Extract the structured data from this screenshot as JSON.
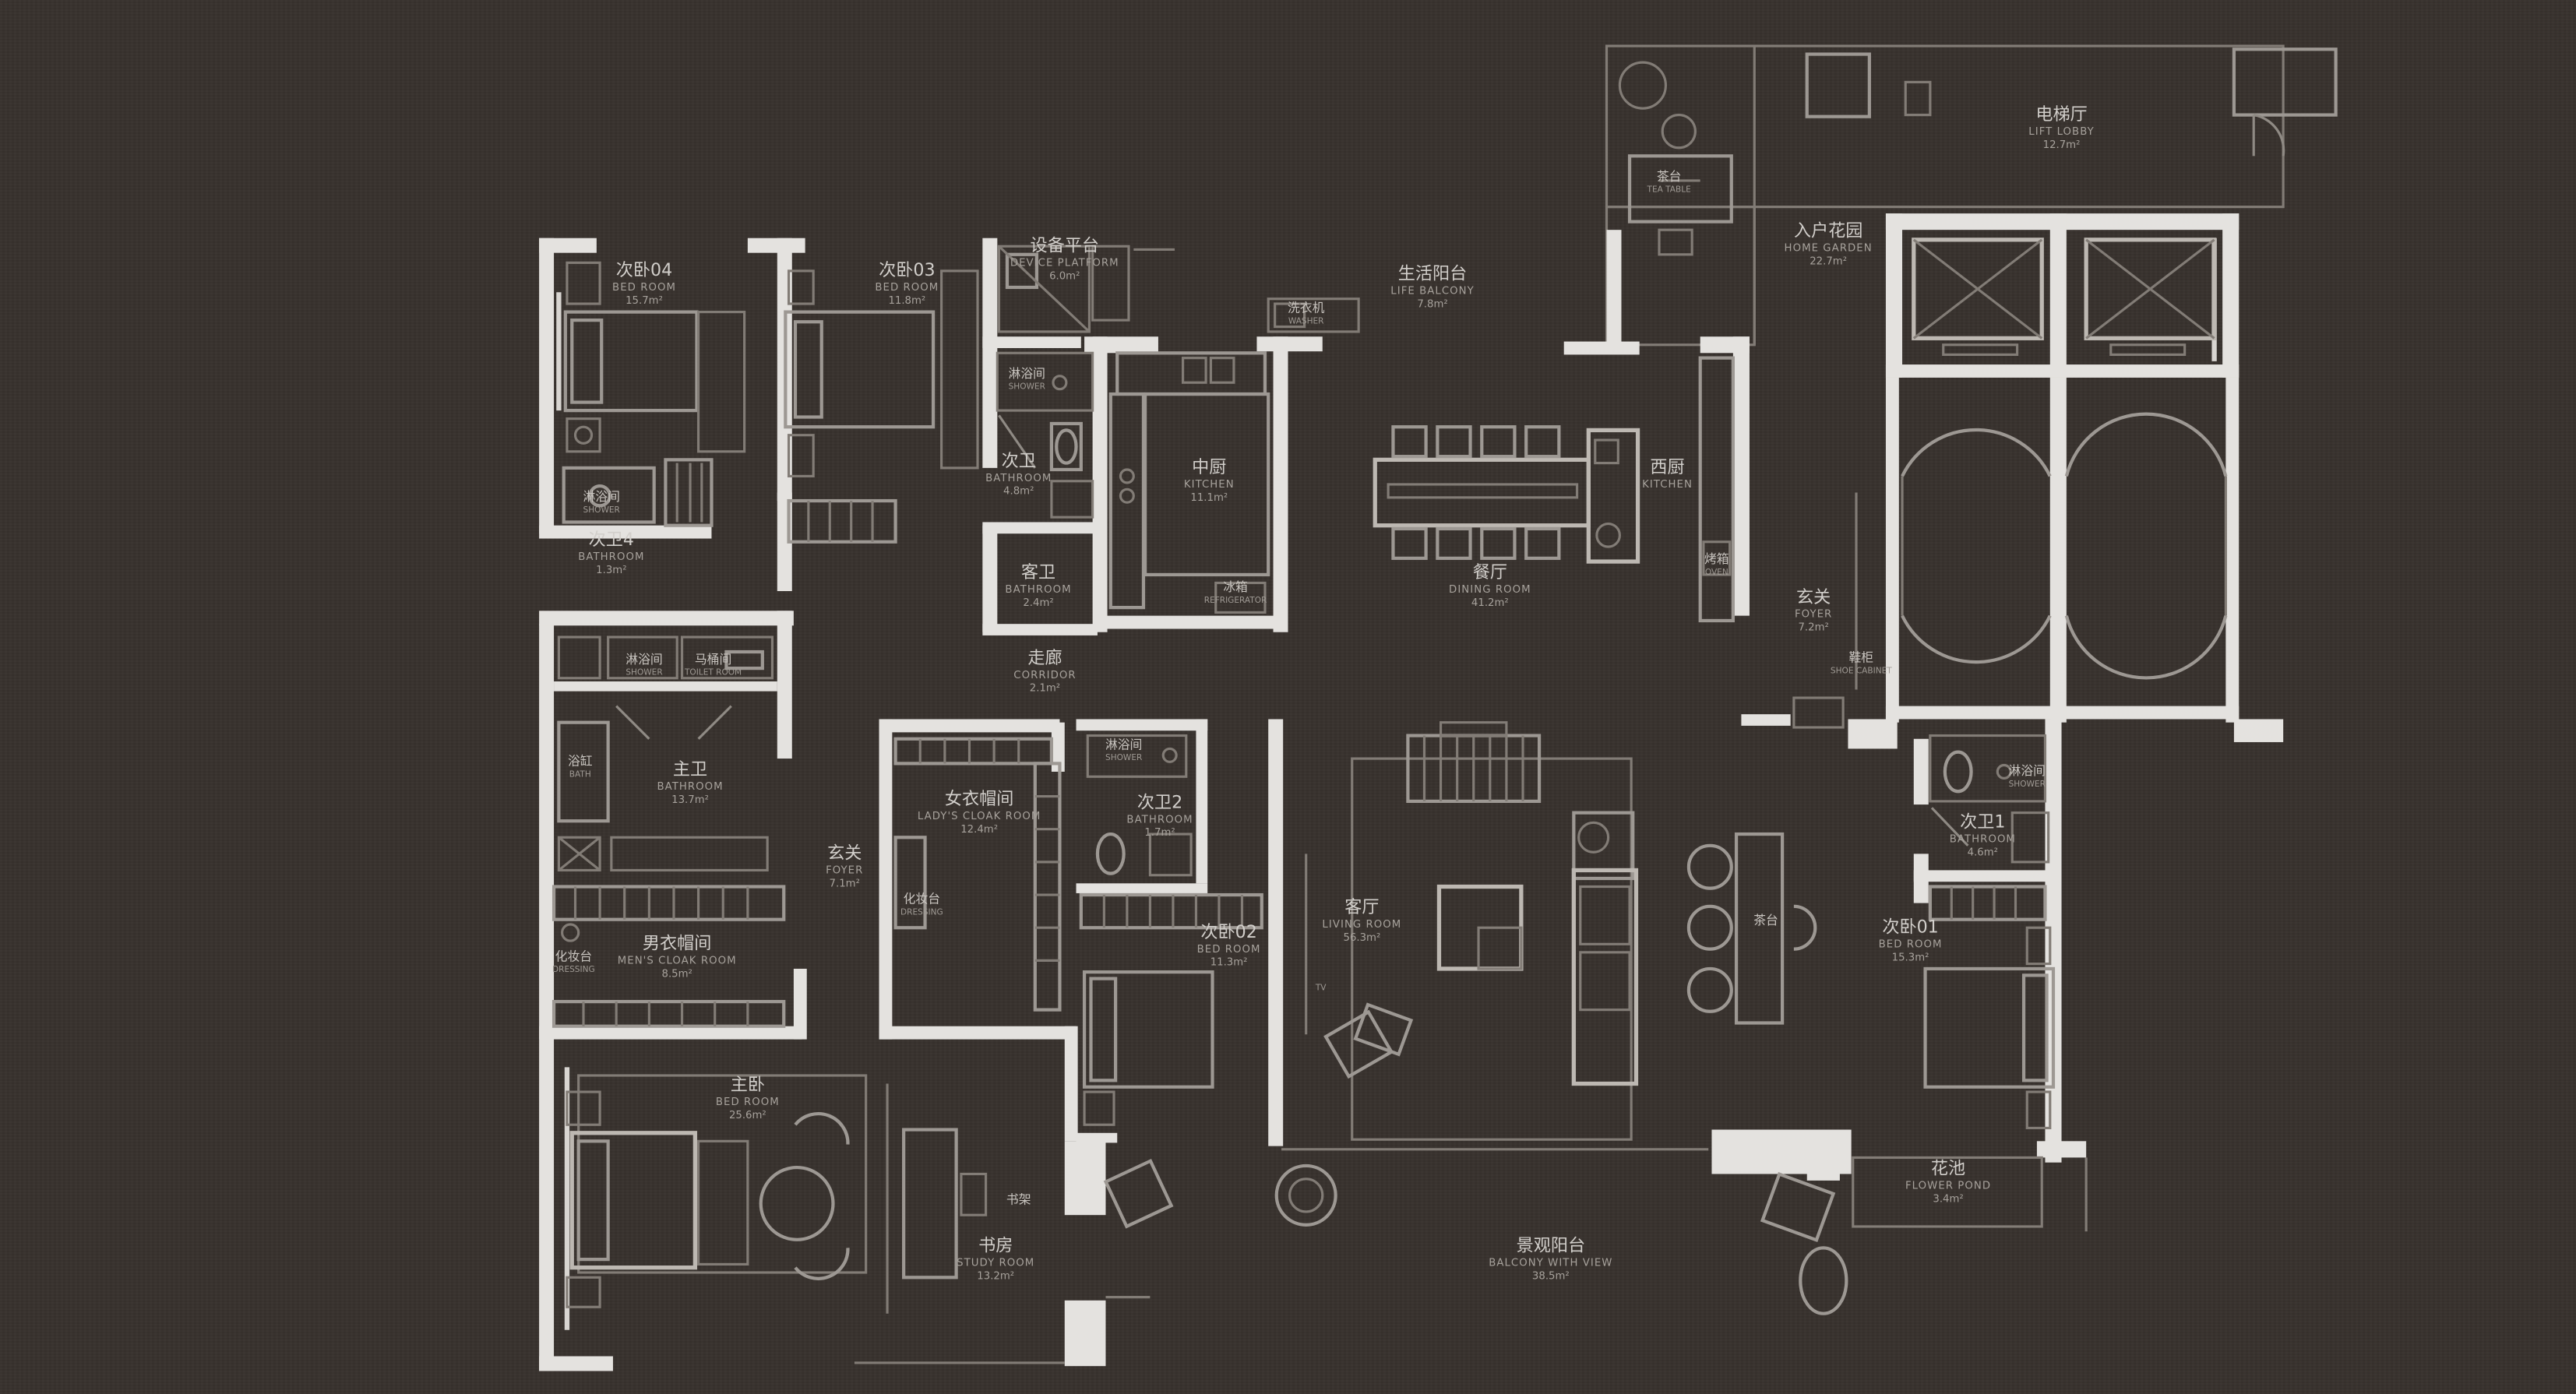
{
  "rooms": [
    {
      "key": "bed04",
      "cn": "次卧04",
      "en": "BED ROOM",
      "area": "15.7m²"
    },
    {
      "key": "bed03",
      "cn": "次卧03",
      "en": "BED ROOM",
      "area": "11.8m²"
    },
    {
      "key": "device",
      "cn": "设备平台",
      "en": "DEVICE PLATFORM",
      "area": "6.0m²"
    },
    {
      "key": "lifebal",
      "cn": "生活阳台",
      "en": "LIFE BALCONY",
      "area": "7.8m²"
    },
    {
      "key": "lift",
      "cn": "电梯厅",
      "en": "LIFT LOBBY",
      "area": "12.7m²"
    },
    {
      "key": "garden",
      "cn": "入户花园",
      "en": "HOME GARDEN",
      "area": "22.7m²"
    },
    {
      "key": "bath03",
      "cn": "次卫",
      "en": "BATHROOM",
      "area": "4.8m²"
    },
    {
      "key": "ckitchen",
      "cn": "中厨",
      "en": "KITCHEN",
      "area": "11.1m²"
    },
    {
      "key": "wkitchen",
      "cn": "西厨",
      "en": "KITCHEN",
      "area": ""
    },
    {
      "key": "bath04",
      "cn": "次卫4",
      "en": "BATHROOM",
      "area": "1.3m²"
    },
    {
      "key": "guestbath",
      "cn": "客卫",
      "en": "BATHROOM",
      "area": "2.4m²"
    },
    {
      "key": "dining",
      "cn": "餐厅",
      "en": "DINING ROOM",
      "area": "41.2m²"
    },
    {
      "key": "foyer1",
      "cn": "玄关",
      "en": "FOYER",
      "area": "7.2m²"
    },
    {
      "key": "corridor",
      "cn": "走廊",
      "en": "CORRIDOR",
      "area": "2.1m²"
    },
    {
      "key": "mbath",
      "cn": "主卫",
      "en": "BATHROOM",
      "area": "13.7m²"
    },
    {
      "key": "lcloak",
      "cn": "女衣帽间",
      "en": "LADY'S CLOAK ROOM",
      "area": "12.4m²"
    },
    {
      "key": "bath02",
      "cn": "次卫2",
      "en": "BATHROOM",
      "area": "1.7m²"
    },
    {
      "key": "foyer2",
      "cn": "玄关",
      "en": "FOYER",
      "area": "7.1m²"
    },
    {
      "key": "bed02",
      "cn": "次卧02",
      "en": "BED ROOM",
      "area": "11.3m²"
    },
    {
      "key": "living",
      "cn": "客厅",
      "en": "LIVING ROOM",
      "area": "56.3m²"
    },
    {
      "key": "bath01",
      "cn": "次卫1",
      "en": "BATHROOM",
      "area": "4.6m²"
    },
    {
      "key": "bed01",
      "cn": "次卧01",
      "en": "BED ROOM",
      "area": "15.3m²"
    },
    {
      "key": "mcloak",
      "cn": "男衣帽间",
      "en": "MEN'S CLOAK ROOM",
      "area": "8.5m²"
    },
    {
      "key": "master",
      "cn": "主卧",
      "en": "BED ROOM",
      "area": "25.6m²"
    },
    {
      "key": "study",
      "cn": "书房",
      "en": "STUDY ROOM",
      "area": "13.2m²"
    },
    {
      "key": "balview",
      "cn": "景观阳台",
      "en": "BALCONY WITH VIEW",
      "area": "38.5m²"
    },
    {
      "key": "pond",
      "cn": "花池",
      "en": "FLOWER POND",
      "area": "3.4m²"
    }
  ],
  "fixtures": [
    {
      "key": "shower_b04",
      "cn": "淋浴间",
      "en": "SHOWER"
    },
    {
      "key": "shower_b03",
      "cn": "淋浴间",
      "en": "SHOWER"
    },
    {
      "key": "washer",
      "cn": "洗衣机",
      "en": "WASHER"
    },
    {
      "key": "fridge",
      "cn": "冰箱",
      "en": "REFRIGERATOR"
    },
    {
      "key": "oven",
      "cn": "烤箱",
      "en": "OVEN"
    },
    {
      "key": "shoe",
      "cn": "鞋柜",
      "en": "SHOE CABINET"
    },
    {
      "key": "shower_m",
      "cn": "淋浴间",
      "en": "SHOWER"
    },
    {
      "key": "toilet_m",
      "cn": "马桶间",
      "en": "TOILET ROOM"
    },
    {
      "key": "bath",
      "cn": "浴缸",
      "en": "BATH"
    },
    {
      "key": "shower_b02",
      "cn": "淋浴间",
      "en": "SHOWER"
    },
    {
      "key": "shower_b01",
      "cn": "淋浴间",
      "en": "SHOWER"
    },
    {
      "key": "dresser_l",
      "cn": "化妆台",
      "en": "DRESSING"
    },
    {
      "key": "dresser_m",
      "cn": "化妆台",
      "en": "DRESSING"
    },
    {
      "key": "tea1",
      "cn": "茶台",
      "en": "TEA TABLE"
    },
    {
      "key": "tea2",
      "cn": "茶台",
      "en": ""
    },
    {
      "key": "tv",
      "cn": "",
      "en": "TV"
    },
    {
      "key": "bookshelf",
      "cn": "书架",
      "en": ""
    }
  ]
}
